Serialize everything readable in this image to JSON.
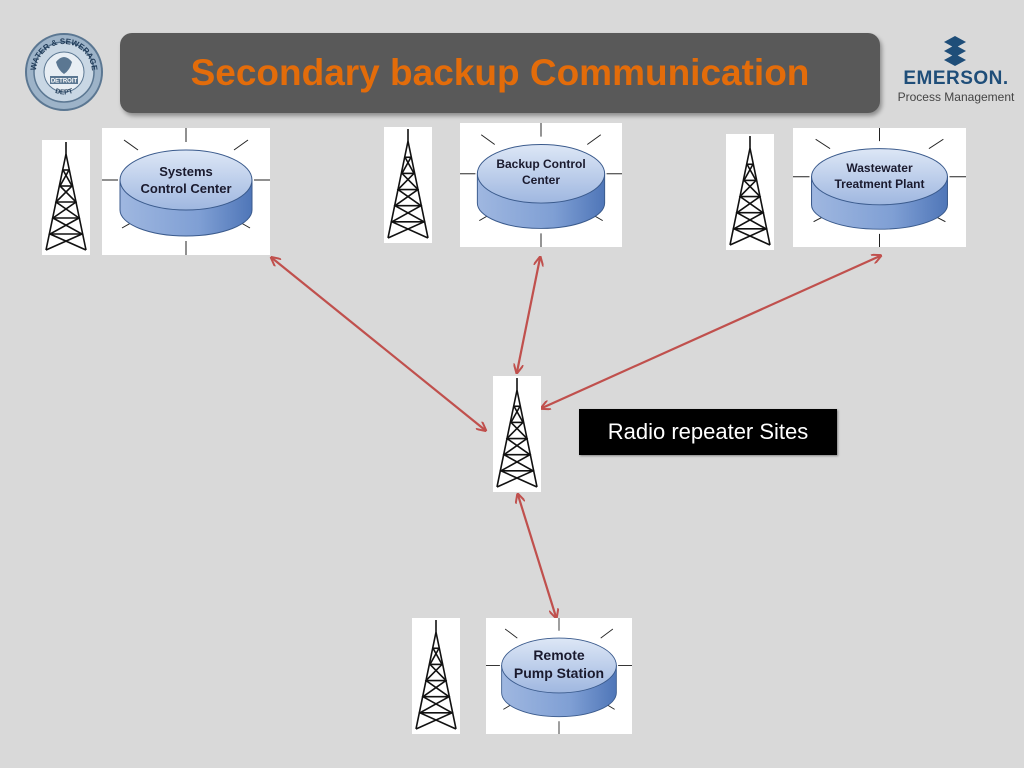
{
  "title": "Secondary backup Communication",
  "logos": {
    "seal_ring_top": "WATER & SEWERAGE",
    "seal_ring_bottom": "DEPT",
    "seal_center": "DETROIT",
    "brand_name": "EMERSON.",
    "brand_sub": "Process Management"
  },
  "nodes": {
    "systems_control_center": {
      "line1": "Systems",
      "line2": "Control Center"
    },
    "backup_control_center": {
      "line1": "Backup Control",
      "line2": "Center"
    },
    "wastewater_treatment_plant": {
      "line1": "Wastewater",
      "line2": "Treatment Plant"
    },
    "remote_pump_station": {
      "line1": "Remote",
      "line2": "Pump Station"
    }
  },
  "repeater_label": "Radio repeater Sites",
  "colors": {
    "title_text": "#e36c0a",
    "title_bar": "#595959",
    "background": "#d9d9d9",
    "link_arrow": "#c0504d",
    "node_fill": "#8eaadb",
    "brand": "#1f4e79"
  },
  "icons": [
    "radio-tower-icon",
    "database-cylinder-icon",
    "seal-logo",
    "emerson-logo"
  ]
}
